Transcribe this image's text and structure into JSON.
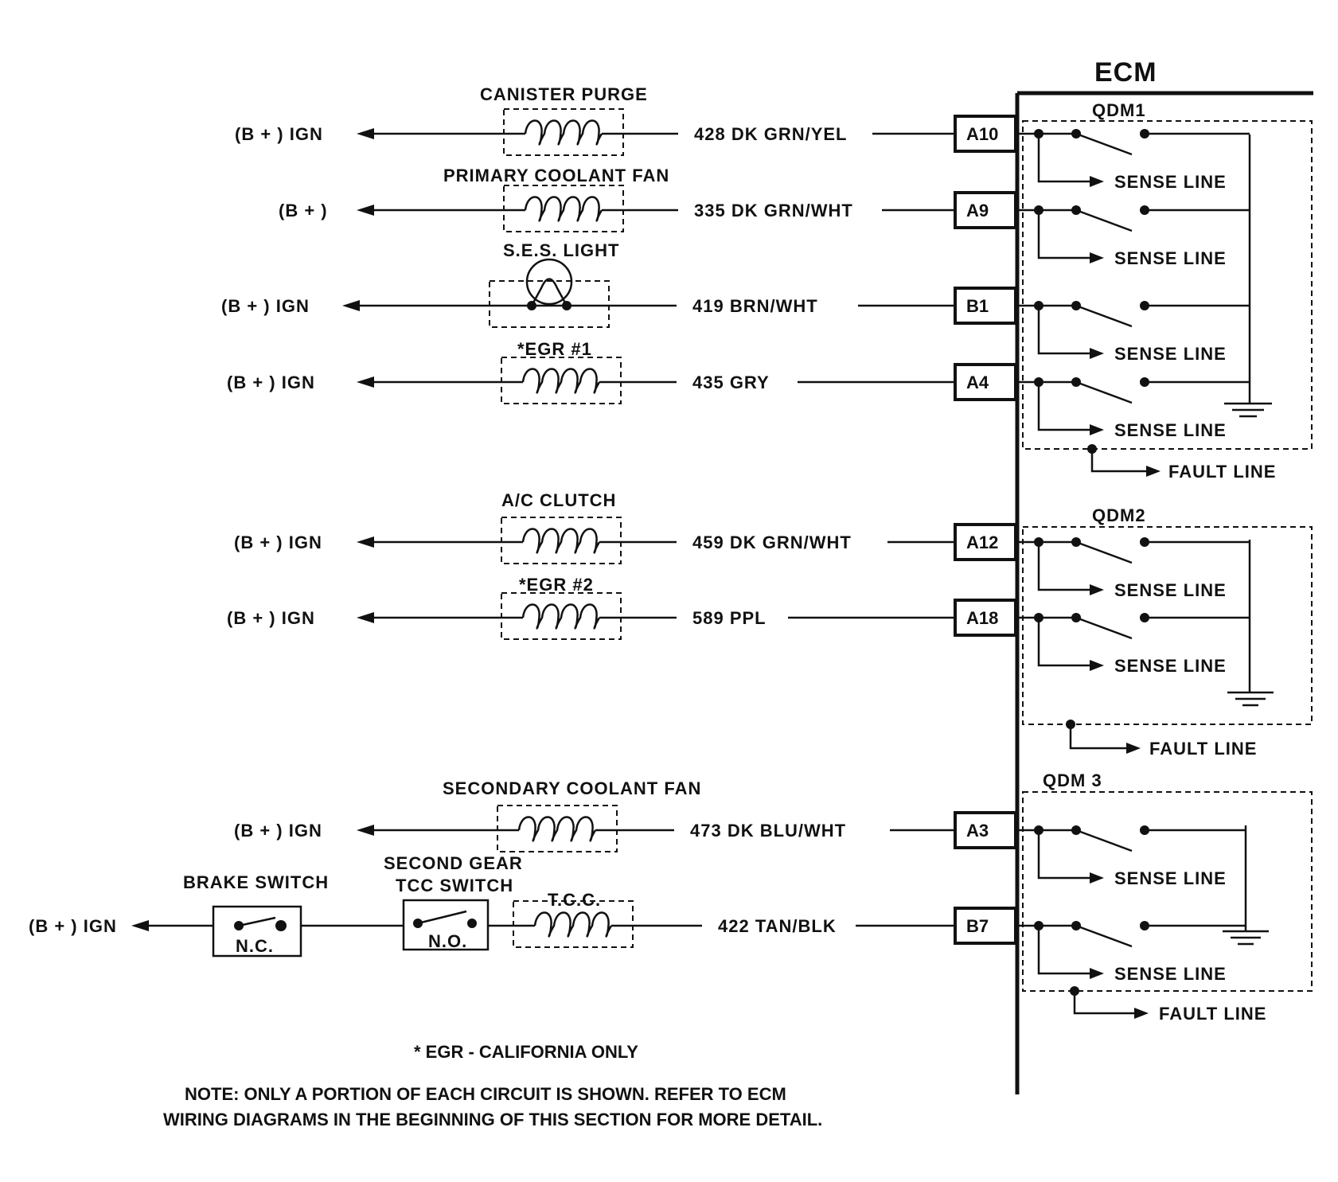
{
  "ecm": {
    "title": "ECM",
    "qdm_labels": [
      "QDM1",
      "QDM2",
      "QDM 3"
    ],
    "sense_line_label": "SENSE LINE",
    "fault_line_label": "FAULT LINE"
  },
  "circuits": [
    {
      "source": "(B + ) IGN",
      "component": "CANISTER PURGE",
      "wire": "428 DK GRN/YEL",
      "pin": "A10",
      "symbol": "coil"
    },
    {
      "source": "(B + )",
      "component": "PRIMARY COOLANT FAN",
      "wire": "335 DK GRN/WHT",
      "pin": "A9",
      "symbol": "coil"
    },
    {
      "source": "(B + ) IGN",
      "component": "S.E.S. LIGHT",
      "wire": "419 BRN/WHT",
      "pin": "B1",
      "symbol": "lamp"
    },
    {
      "source": "(B + ) IGN",
      "component": "*EGR #1",
      "wire": "435 GRY",
      "pin": "A4",
      "symbol": "coil"
    },
    {
      "source": "(B + ) IGN",
      "component": "A/C CLUTCH",
      "wire": "459 DK GRN/WHT",
      "pin": "A12",
      "symbol": "coil"
    },
    {
      "source": "(B + ) IGN",
      "component": "*EGR #2",
      "wire": "589 PPL",
      "pin": "A18",
      "symbol": "coil"
    },
    {
      "source": "(B + ) IGN",
      "component": "SECONDARY COOLANT FAN",
      "wire": "473 DK BLU/WHT",
      "pin": "A3",
      "symbol": "coil"
    },
    {
      "source": "(B + ) IGN",
      "component": "T.C.C.",
      "wire": "422 TAN/BLK",
      "pin": "B7",
      "symbol": "coil"
    }
  ],
  "switches": {
    "brake": {
      "label": "BRAKE SWITCH",
      "state": "N.C."
    },
    "tcc": {
      "label_line1": "SECOND GEAR",
      "label_line2": "TCC SWITCH",
      "state": "N.O."
    }
  },
  "footnote": "* EGR - CALIFORNIA ONLY",
  "note": {
    "line1": "NOTE:     ONLY A PORTION OF EACH CIRCUIT IS SHOWN.  REFER TO ECM",
    "line2": "WIRING DIAGRAMS IN THE BEGINNING OF THIS SECTION FOR MORE DETAIL."
  }
}
